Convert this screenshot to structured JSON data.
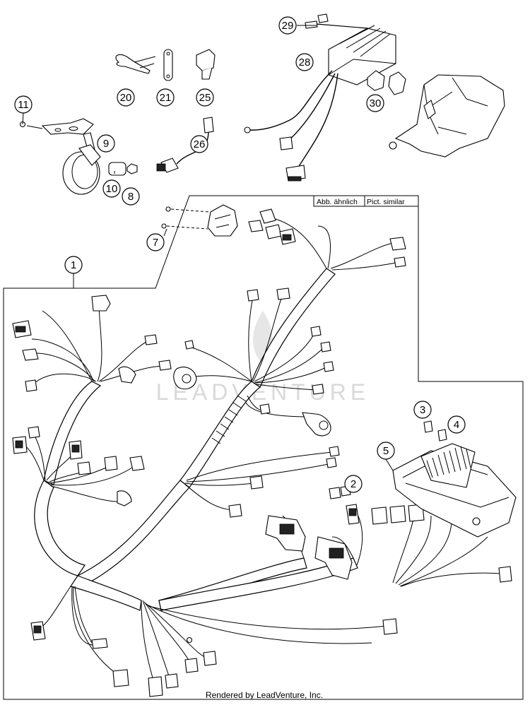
{
  "diagram": {
    "note_left": "Abb. ähnlich",
    "note_right": "Pict. similar",
    "watermark": "LEADVENTURE",
    "footer": "Rendered by LeadVenture, Inc.",
    "callouts": [
      {
        "id": "1",
        "label": "1"
      },
      {
        "id": "2",
        "label": "2"
      },
      {
        "id": "3",
        "label": "3"
      },
      {
        "id": "4",
        "label": "4"
      },
      {
        "id": "5",
        "label": "5"
      },
      {
        "id": "7",
        "label": "7"
      },
      {
        "id": "8",
        "label": "8"
      },
      {
        "id": "9",
        "label": "9"
      },
      {
        "id": "10",
        "label": "10"
      },
      {
        "id": "11",
        "label": "11"
      },
      {
        "id": "20",
        "label": "20"
      },
      {
        "id": "21",
        "label": "21"
      },
      {
        "id": "25",
        "label": "25"
      },
      {
        "id": "26",
        "label": "26"
      },
      {
        "id": "28",
        "label": "28"
      },
      {
        "id": "29",
        "label": "29"
      },
      {
        "id": "30",
        "label": "30"
      }
    ]
  }
}
